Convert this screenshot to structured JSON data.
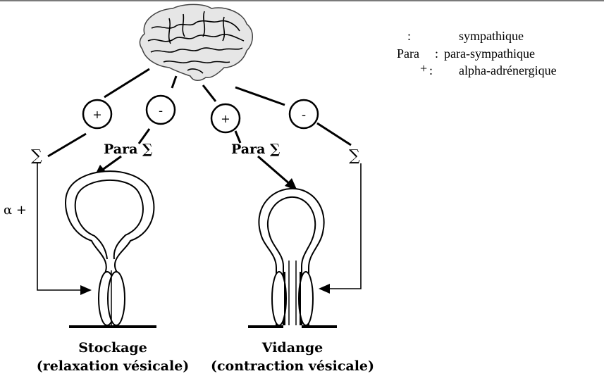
{
  "top_border": "#7a7a7a",
  "signs": {
    "plus": "+",
    "minus": "-"
  },
  "labels": {
    "sigma": "∑",
    "para_sigma": "Para ∑",
    "alpha_plus": "α +"
  },
  "left_bladder": {
    "title": "Stockage",
    "subtitle": "(relaxation vésicale)"
  },
  "right_bladder": {
    "title": "Vidange",
    "subtitle": "(contraction vésicale)"
  },
  "legend": [
    {
      "key": "",
      "sep": ":",
      "desc": "sympathique"
    },
    {
      "key": "Para",
      "sep": ":",
      "desc": "para-sympathique"
    },
    {
      "key": "+",
      "sep": ":",
      "desc": "alpha-adrénergique"
    }
  ],
  "icons": {
    "brain": "brain-icon"
  }
}
